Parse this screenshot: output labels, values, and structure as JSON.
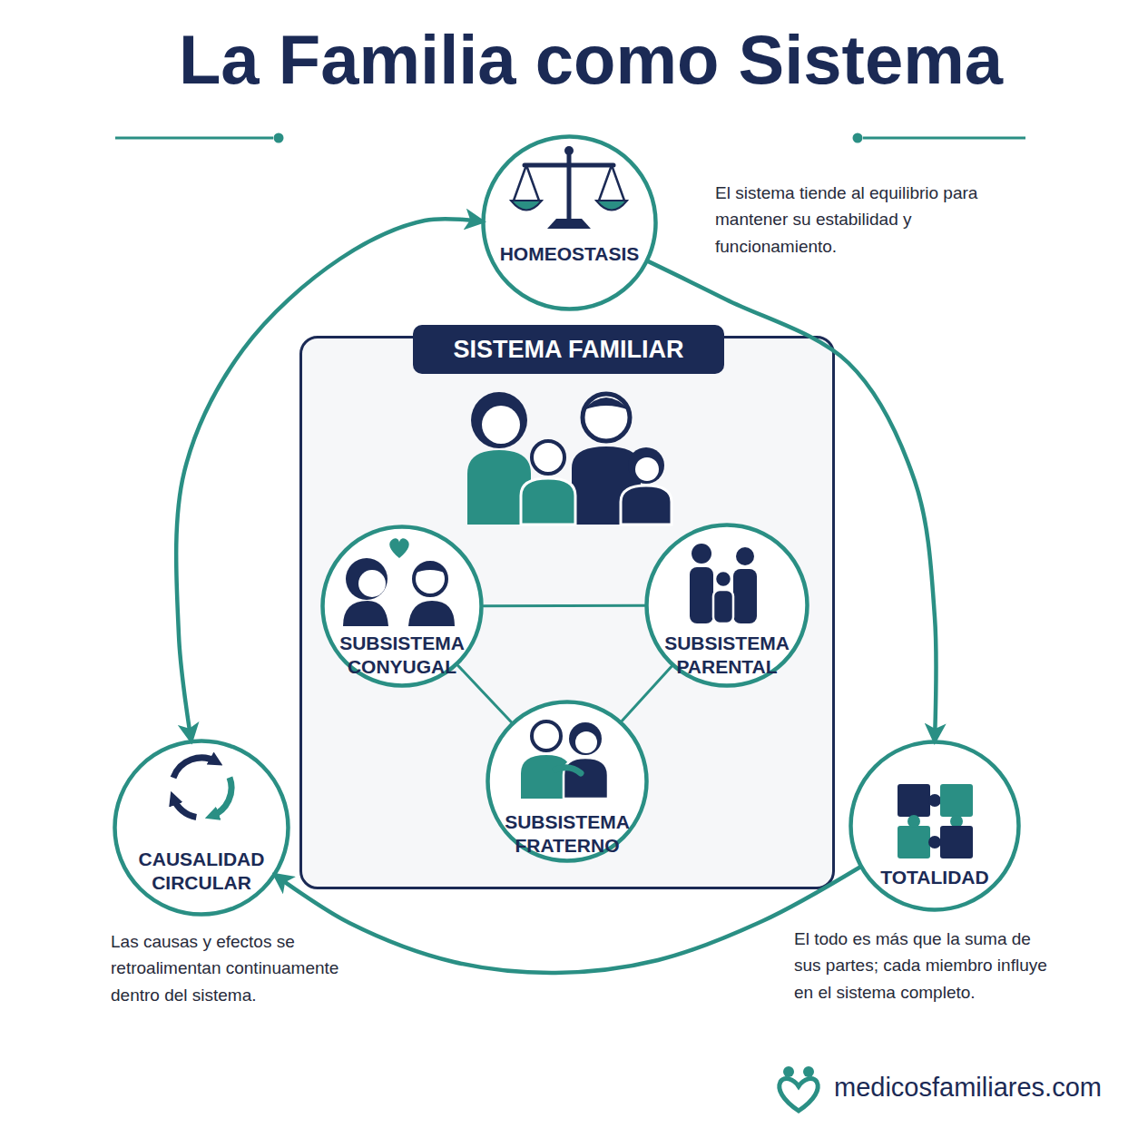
{
  "diagram": {
    "title": "La Familia como Sistema",
    "nodes": [
      {
        "text": [
          "HOMEOSTASIS",
          "El sistema tiende al equilibrio para mantener su estabilidad y funcionamiento."
        ]
      },
      {
        "text": [
          "SISTEMA FAMILIAR"
        ]
      },
      {
        "text": [
          "SUBSISTEMA CONYUGAL"
        ],
        "in": 1
      },
      {
        "text": [
          "SUBSISTEMA PARENTAL"
        ],
        "in": 1
      },
      {
        "text": [
          "SUBSISTEMA FRATERNO"
        ],
        "in": 1
      },
      {
        "text": [
          "CAUSALIDAD CIRCULAR",
          "Las causas y efectos se retroalimentan continuamente dentro del sistema."
        ]
      },
      {
        "text": [
          "TOTALIDAD",
          "El todo es más que la suma de sus partes; cada miembro influye en el sistema completo."
        ]
      }
    ],
    "edges": [
      {
        "from": 2,
        "to": 3,
        "arrow": "none"
      },
      {
        "from": 2,
        "to": 4,
        "arrow": "none"
      },
      {
        "from": 3,
        "to": 4,
        "arrow": "none"
      },
      {
        "from": 0,
        "to": 6,
        "arrow": "to"
      },
      {
        "from": 6,
        "to": 5,
        "arrow": "to"
      },
      {
        "from": 5,
        "to": 0,
        "arrow": "both"
      }
    ],
    "labels": [
      "medicosfamiliares.com"
    ]
  }
}
